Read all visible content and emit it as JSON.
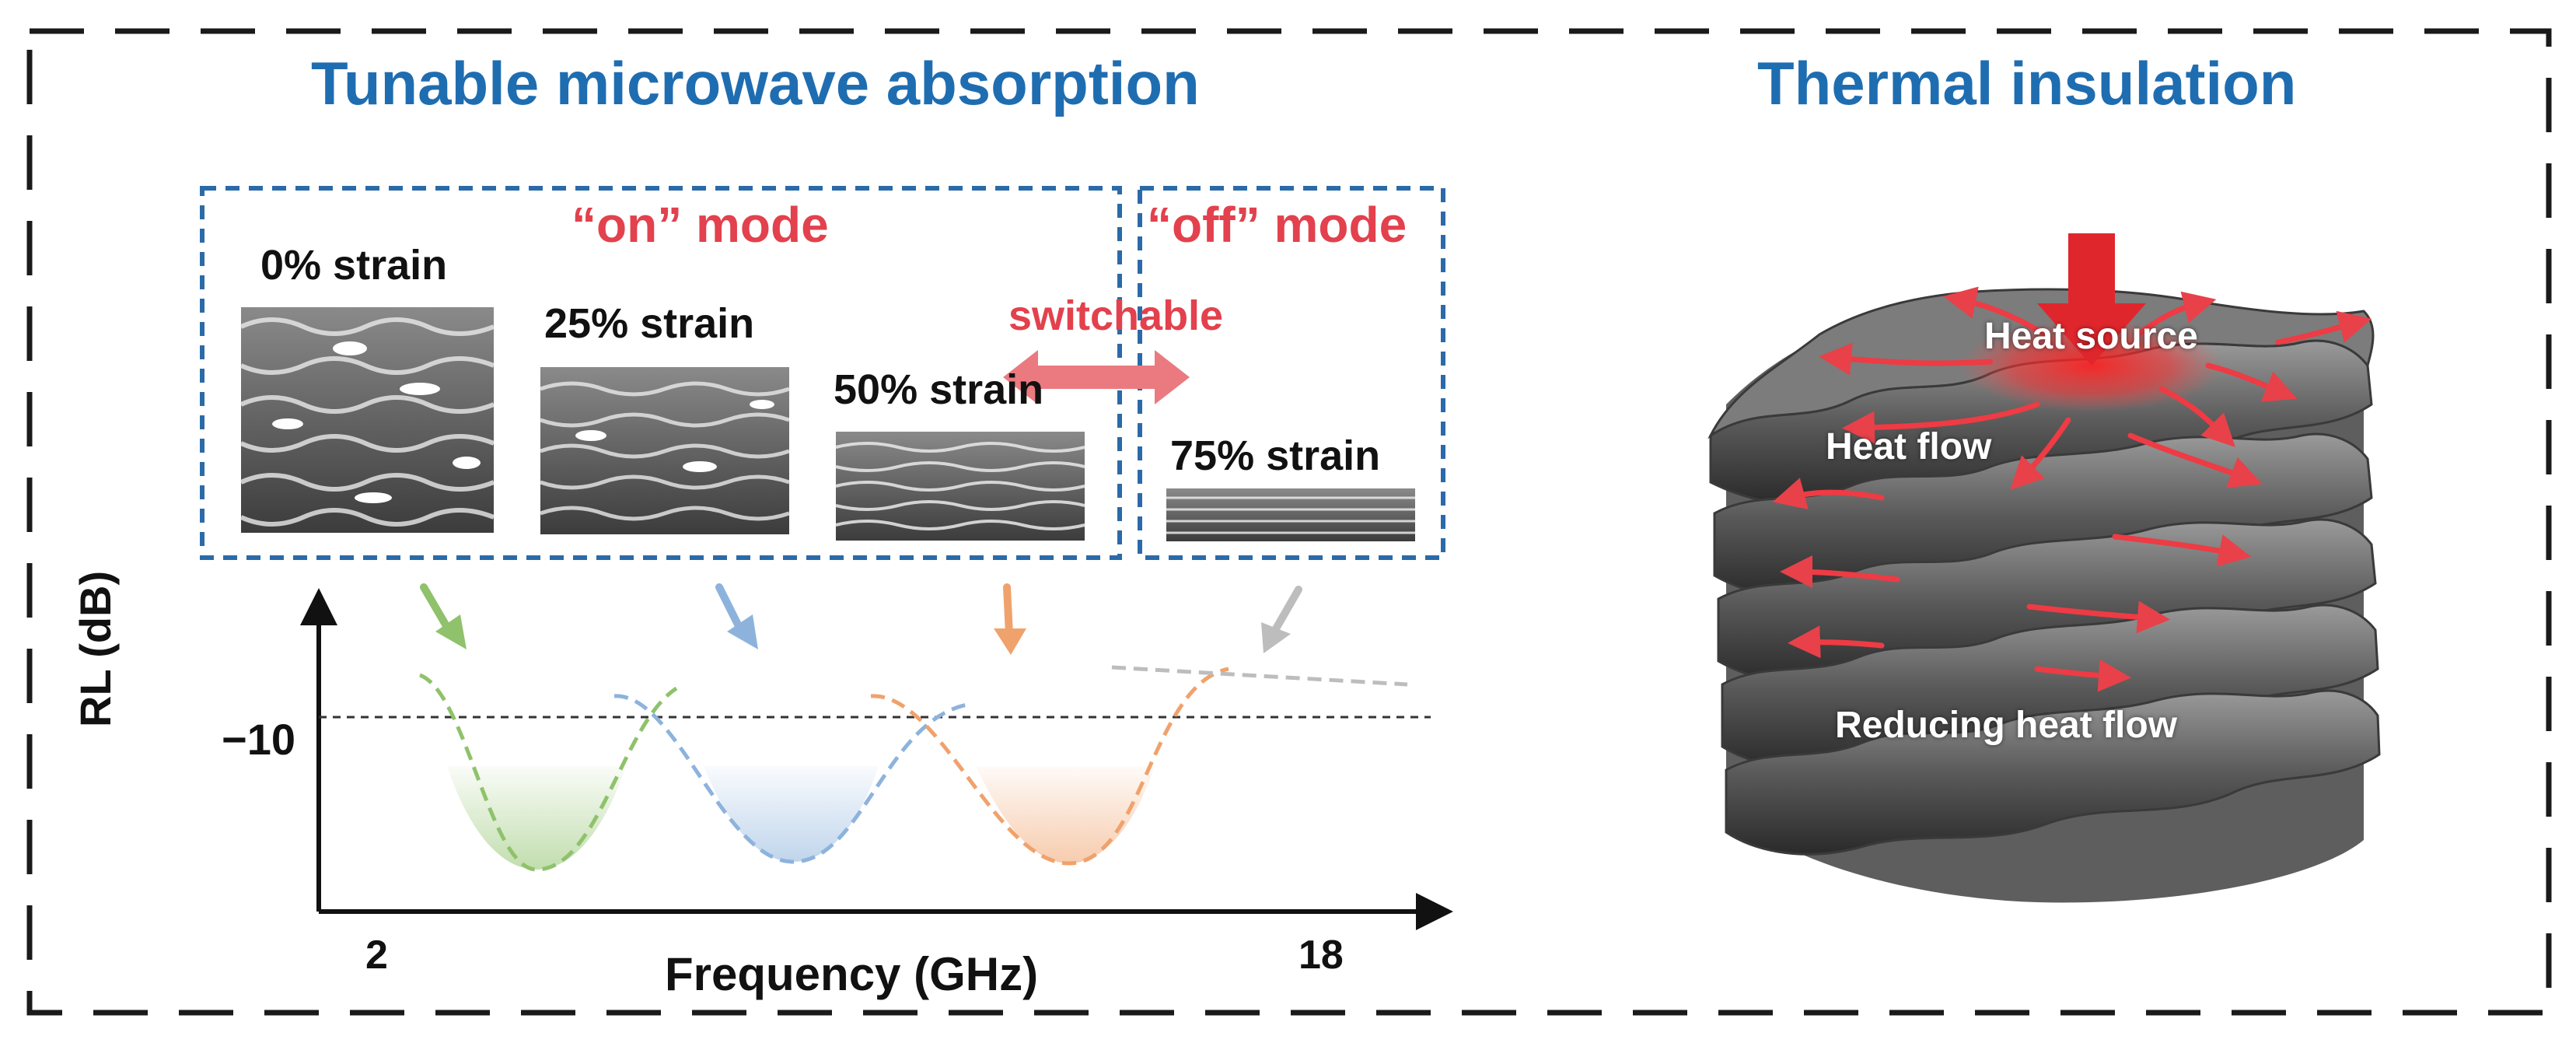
{
  "left_panel": {
    "title": "Tunable microwave absorption",
    "on_mode": "“on” mode",
    "off_mode": "“off” mode",
    "switchable": "switchable",
    "strains": [
      "0% strain",
      "25% strain",
      "50% strain",
      "75% strain"
    ]
  },
  "plot": {
    "ylabel": "RL (dB)",
    "xlabel": "Frequency (GHz)",
    "y_tick": "−10",
    "x_tick_min": "2",
    "x_tick_max": "18"
  },
  "right_panel": {
    "title": "Thermal insulation",
    "heat_source": "Heat source",
    "heat_flow": "Heat flow",
    "reducing_heat_flow": "Reducing heat flow"
  },
  "colors": {
    "title_blue": "#1f6db1",
    "mode_red": "#e2414d",
    "green": "#8fc26b",
    "blue": "#8db3dc",
    "orange": "#f0a26c",
    "gray": "#bdbdbd"
  }
}
